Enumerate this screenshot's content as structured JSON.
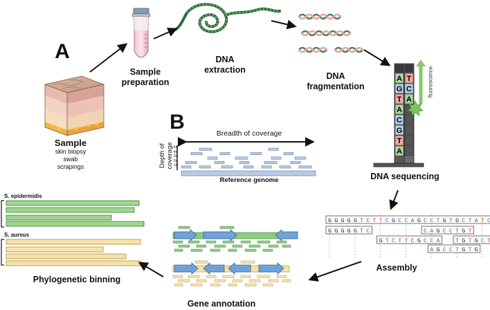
{
  "panel_a": {
    "letter": "A",
    "sample": {
      "title": "Sample",
      "subtitle": [
        "skin biopsy",
        "swab",
        "scrapings"
      ]
    },
    "steps": {
      "preparation": [
        "Sample",
        "preparation"
      ],
      "extraction": [
        "DNA",
        "extraction"
      ],
      "fragmentation": [
        "DNA",
        "fragmentation"
      ],
      "sequencing": "DNA sequencing",
      "fluorescence": "fluorescence",
      "assembly": "Assembly",
      "annotation": "Gene annotation",
      "binning": "Phylogenetic binning"
    },
    "sequencer_bases": [
      "A",
      "G",
      "T",
      "A",
      "C",
      "G",
      "T",
      "A"
    ],
    "sequencer_right": [
      "T",
      "C",
      "A"
    ]
  },
  "panel_b": {
    "letter": "B",
    "breadth": "Breadth of coverage",
    "depth": [
      "Depth of",
      "coverage"
    ],
    "ticks": [
      "5x",
      "4x",
      "3x",
      "2x",
      "1x"
    ],
    "reference": "Reference genome"
  },
  "assembly": {
    "reads": [
      "GGGGGTCTTCGCCAGCCTGTGCTATC",
      "GGGGGTC",
      "CAGCCTGT",
      "GTCTTCGCCA",
      "TGTGCTAT",
      "AGCCTGTG"
    ]
  },
  "binning": {
    "species": [
      "S. epidermidis",
      "S. aureus"
    ]
  }
}
